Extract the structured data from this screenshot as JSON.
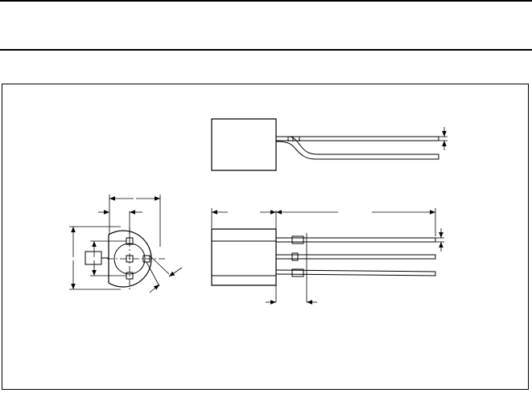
{
  "drawing": {
    "line_color": "#000000",
    "background_color": "#ffffff",
    "views": [
      "side-view",
      "end-view",
      "front-view"
    ],
    "leads": 3
  }
}
